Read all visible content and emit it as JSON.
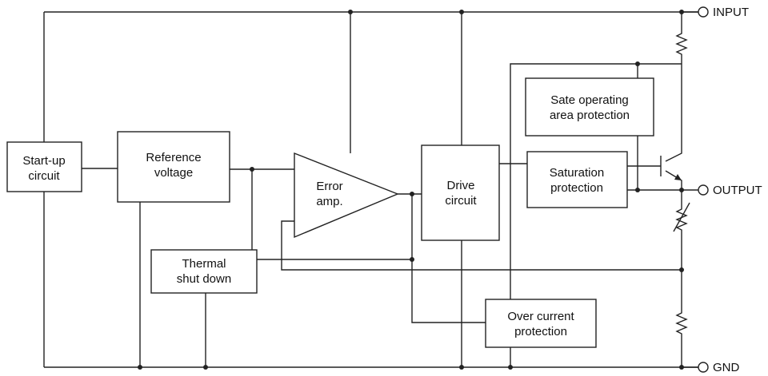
{
  "blocks": {
    "startup": [
      "Start-up",
      "circuit"
    ],
    "reference": [
      "Reference",
      "voltage"
    ],
    "error_amp": [
      "Error",
      "amp."
    ],
    "thermal": [
      "Thermal",
      "shut down"
    ],
    "drive": [
      "Drive",
      "circuit"
    ],
    "soa": [
      "Sate operating",
      "area protection"
    ],
    "saturation": [
      "Saturation",
      "protection"
    ],
    "overcurrent": [
      "Over current",
      "protection"
    ]
  },
  "terminals": {
    "input": "INPUT",
    "output": "OUTPUT",
    "gnd": "GND"
  }
}
